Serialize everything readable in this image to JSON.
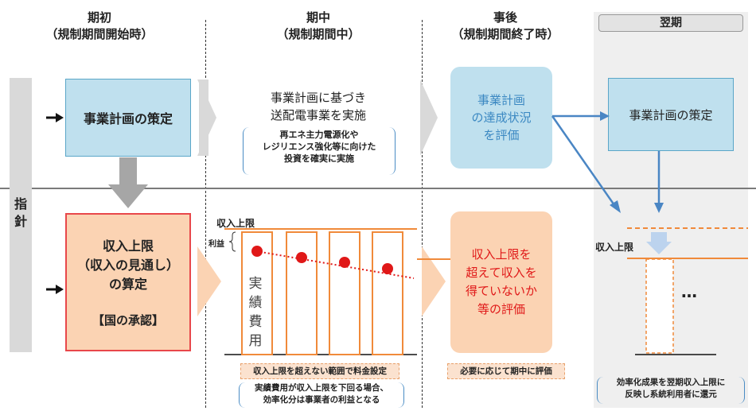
{
  "headers": {
    "start": [
      "期初",
      "（規制期間開始時）"
    ],
    "during": [
      "期中",
      "（規制期間中）"
    ],
    "after": [
      "事後",
      "（規制期間終了時）"
    ],
    "next": "翌期"
  },
  "guideline": "指針",
  "plan_box": "事業計画の策定",
  "revenue_box": [
    "収入上限",
    "（収入の見通し）",
    "の算定"
  ],
  "approval": "【国の承認】",
  "during_text": [
    "事業計画に基づき",
    "送配電事業を実施"
  ],
  "during_bracket": [
    "再エネ主力電源化や",
    "レジリエンス強化等に向けた",
    "投資を確実に実施"
  ],
  "eval_blue": [
    "事業計画",
    "の達成状況",
    "を評価"
  ],
  "eval_orange": [
    "収入上限を",
    "超えて収入を",
    "得ていないか",
    "等の評価"
  ],
  "next_plan": "事業計画の策定",
  "revenue_cap_label": "収入上限",
  "profit_label": "利益",
  "cost_label": [
    "実",
    "績",
    "費",
    "用"
  ],
  "note_pricing": "収入上限を超えない範囲で料金設定",
  "note_profit": [
    "実績費用が収入上限を下回る場合、",
    "効率化分は事業者の利益となる"
  ],
  "note_eval": "必要に応じて期中に評価",
  "note_next": [
    "効率化成果を翌期収入上限に",
    "反映し系統利用者に還元"
  ],
  "ellipsis": "…",
  "colors": {
    "blue_fill": "#bfe0ee",
    "orange_fill": "#fbd3b3",
    "orange_line": "#f08a3a",
    "red": "#e01818",
    "arrow_blue": "#4a86c4"
  }
}
